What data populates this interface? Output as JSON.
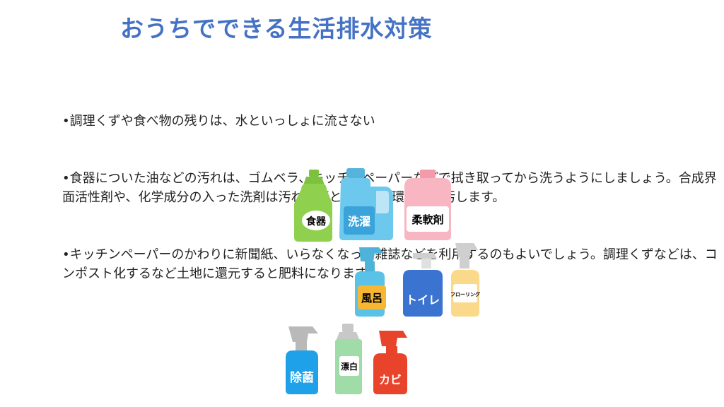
{
  "title": "おうちでできる生活排水対策",
  "paragraphs": [
    "•調理くずや食べ物の残りは、水といっしょに流さない",
    "•食器についた油などの汚れは、ゴムベラ、キッチンペーパーなどで拭き取ってから洗うようにしましょう。合成界面活性剤や、化学成分の入った洗剤は汚れを落とせても、環境をを汚します。",
    "•キッチンペーパーのかわりに新聞紙、いらなくなった雑誌などを利用するのもよいでしょう。調理くずなどは、コンポスト化するなど土地に還元すると肥料になります。"
  ],
  "bottles": [
    {
      "label": "食器",
      "body_color": "#8fd14f",
      "cap_color": "#7cc23e",
      "label_bg": "#ffffff"
    },
    {
      "label": "洗濯",
      "body_color": "#6cc8ec",
      "cap_color": "#56b4dc",
      "label_bg": "#3aa3d9"
    },
    {
      "label": "柔軟剤",
      "body_color": "#f7b6c2",
      "cap_color": "#f39aab",
      "label_bg": "#ffffff"
    },
    {
      "label": "風呂",
      "body_color": "#5bc2e7",
      "cap_color": "#4fb3d9",
      "label_bg": "#f7b733"
    },
    {
      "label": "トイレ",
      "body_color": "#3a74d0",
      "cap_color": "#2f5fb3",
      "label_bg": "#3a74d0"
    },
    {
      "label": "フローリング",
      "body_color": "#fbd98a",
      "cap_color": "#cfcfcf",
      "label_bg": "#ffffff"
    },
    {
      "label": "除菌",
      "body_color": "#1ea1e8",
      "cap_color": "#b9b9b9",
      "label_bg": "#1ea1e8"
    },
    {
      "label": "漂白",
      "body_color": "#9fdca8",
      "cap_color": "#c8c8c8",
      "label_bg": "#ffffff"
    },
    {
      "label": "カビ",
      "body_color": "#e8432b",
      "cap_color": "#e8432b",
      "label_bg": "#e8432b"
    }
  ]
}
